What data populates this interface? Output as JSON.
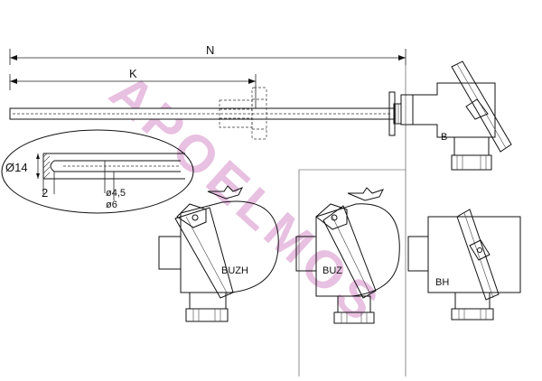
{
  "dimensions": {
    "overall_length": "N",
    "insertion_length": "K",
    "outer_diameter": "Ø14",
    "tip_thickness": "2",
    "bore_diameter": "ø4,5",
    "inner_diameter": "ø6"
  },
  "heads": {
    "head_b": "B",
    "head_buzh": "BUZH",
    "head_buz": "BUZ",
    "head_bh": "BH"
  },
  "watermark": "APOELMOS",
  "colors": {
    "line": "#111111",
    "watermark": "#e4b6dc"
  }
}
